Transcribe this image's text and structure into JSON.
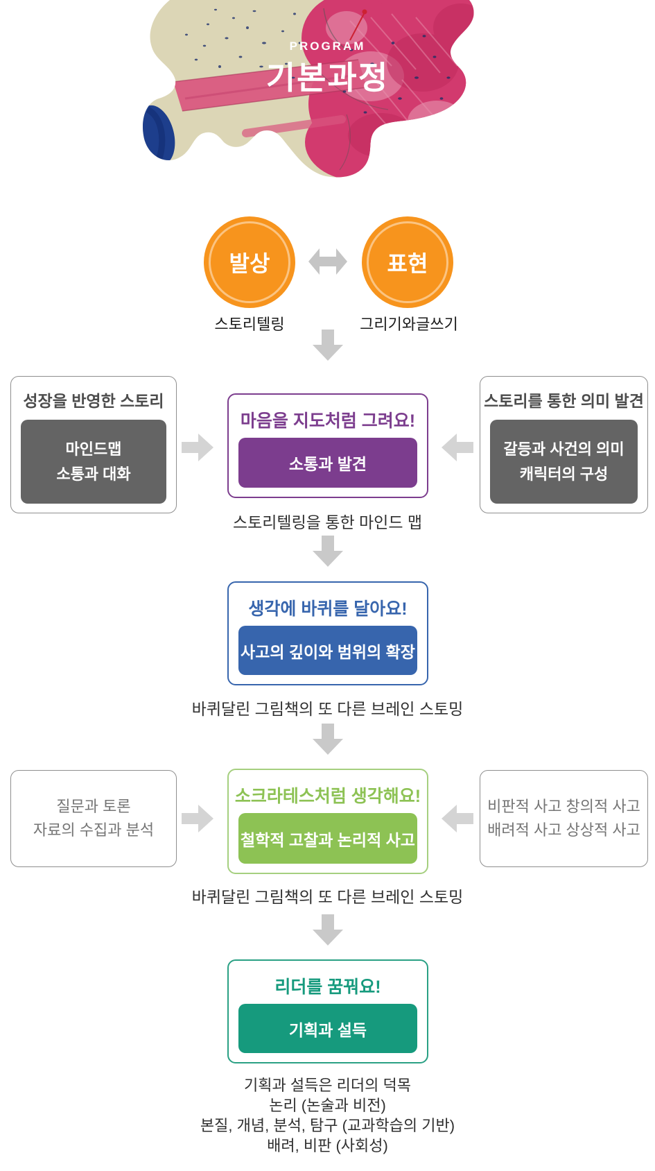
{
  "header": {
    "kicker": "PROGRAM",
    "title": "기본과정",
    "art_colors": {
      "base": "#dcd6b6",
      "pink_band": "#d9567f",
      "magenta": "#d23a6e",
      "navy": "#1d3e8c"
    }
  },
  "cycle": {
    "left": {
      "label": "발상",
      "caption": "스토리텔링"
    },
    "right": {
      "label": "표현",
      "caption": "그리기와글쓰기"
    },
    "circle_color": "#f7941d",
    "arrow_color": "#c5c5c5"
  },
  "flow": {
    "step1": {
      "accent": "#7c3d8e",
      "title": "마음을 지도처럼 그려요!",
      "button": "소통과 발견",
      "caption": "스토리텔링을 통한 마인드 맵",
      "left_panel": {
        "title": "성장을 반영한 스토리",
        "line1": "마인드맵",
        "line2": "소통과 대화"
      },
      "right_panel": {
        "title": "스토리를 통한 의미 발견",
        "line1": "갈등과 사건의 의미",
        "line2": "캐릭터의 구성"
      }
    },
    "step2": {
      "accent": "#3765ad",
      "title": "생각에 바퀴를 달아요!",
      "button": "사고의 깊이와 범위의 확장",
      "caption": "바퀴달린 그림책의 또 다른 브레인 스토밍"
    },
    "step3": {
      "accent": "#8dc254",
      "title": "소크라테스처럼 생각해요!",
      "button": "철학적 고찰과 논리적 사고",
      "caption": "바퀴달린 그림책의 또 다른 브레인 스토밍",
      "left_panel": {
        "line1": "질문과 토론",
        "line2": "자료의 수집과 분석"
      },
      "right_panel": {
        "line1": "비판적 사고 창의적 사고",
        "line2": "배려적 사고 상상적 사고"
      }
    },
    "step4": {
      "accent": "#169a7d",
      "title": "리더를 꿈꿔요!",
      "button": "기획과 설득",
      "footer_line1": "기획과 설득은 리더의 덕목",
      "footer_line2": "논리 (논술과 비전)",
      "footer_line3": "본질, 개념, 분석, 탐구 (교과학습의 기반)",
      "footer_line4": "배려, 비판 (사회성)"
    }
  }
}
